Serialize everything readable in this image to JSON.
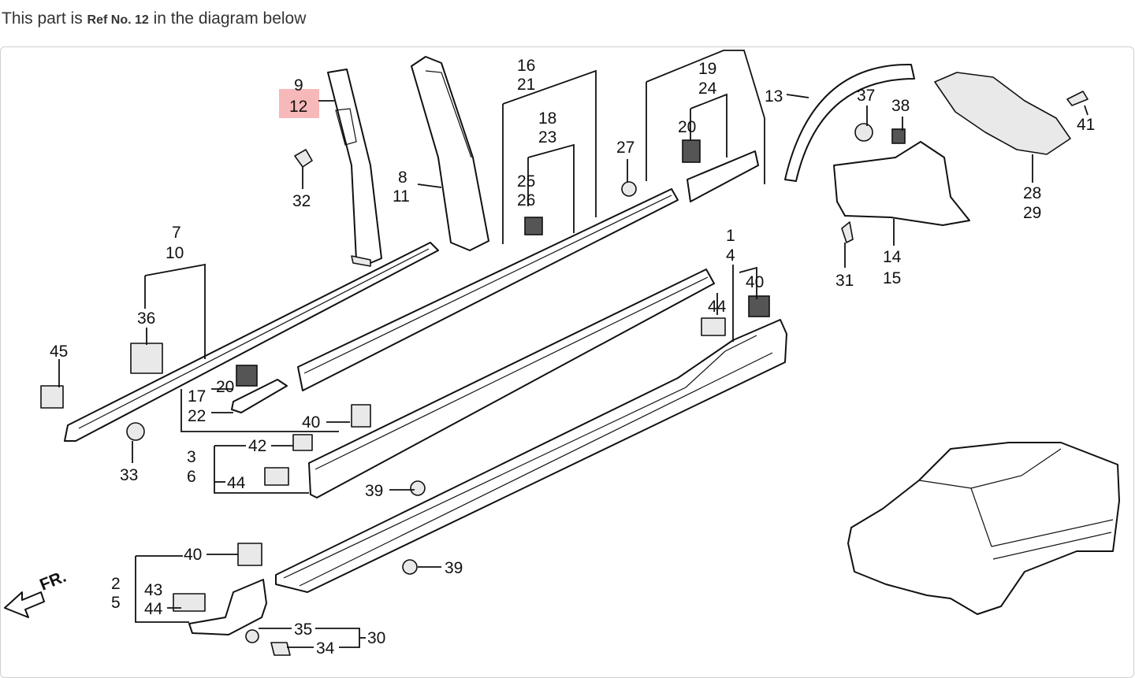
{
  "intro": {
    "prefix": "This part is ",
    "ref": "Ref No. 12",
    "suffix": " in the diagram below"
  },
  "highlight_color": "#f6b8b8",
  "direction_label": "FR.",
  "labels": {
    "n9": "9",
    "n12": "12",
    "n32": "32",
    "n8": "8",
    "n11": "11",
    "n16": "16",
    "n21": "21",
    "n18": "18",
    "n23": "23",
    "n25": "25",
    "n26": "26",
    "n27": "27",
    "n19": "19",
    "n24": "24",
    "n20a": "20",
    "n13": "13",
    "n37": "37",
    "n38": "38",
    "n41": "41",
    "n28": "28",
    "n29": "29",
    "n14": "14",
    "n15": "15",
    "n31": "31",
    "n7": "7",
    "n10": "10",
    "n36": "36",
    "n45": "45",
    "n17": "17",
    "n22": "22",
    "n20b": "20",
    "n40a": "40",
    "n33": "33",
    "n3": "3",
    "n6": "6",
    "n42": "42",
    "n44a": "44",
    "n1": "1",
    "n4": "4",
    "n40b": "40",
    "n44b": "44",
    "n39a": "39",
    "n39b": "39",
    "n2": "2",
    "n5": "5",
    "n43": "43",
    "n44c": "44",
    "n40c": "40",
    "n35": "35",
    "n34": "34",
    "n30": "30"
  }
}
